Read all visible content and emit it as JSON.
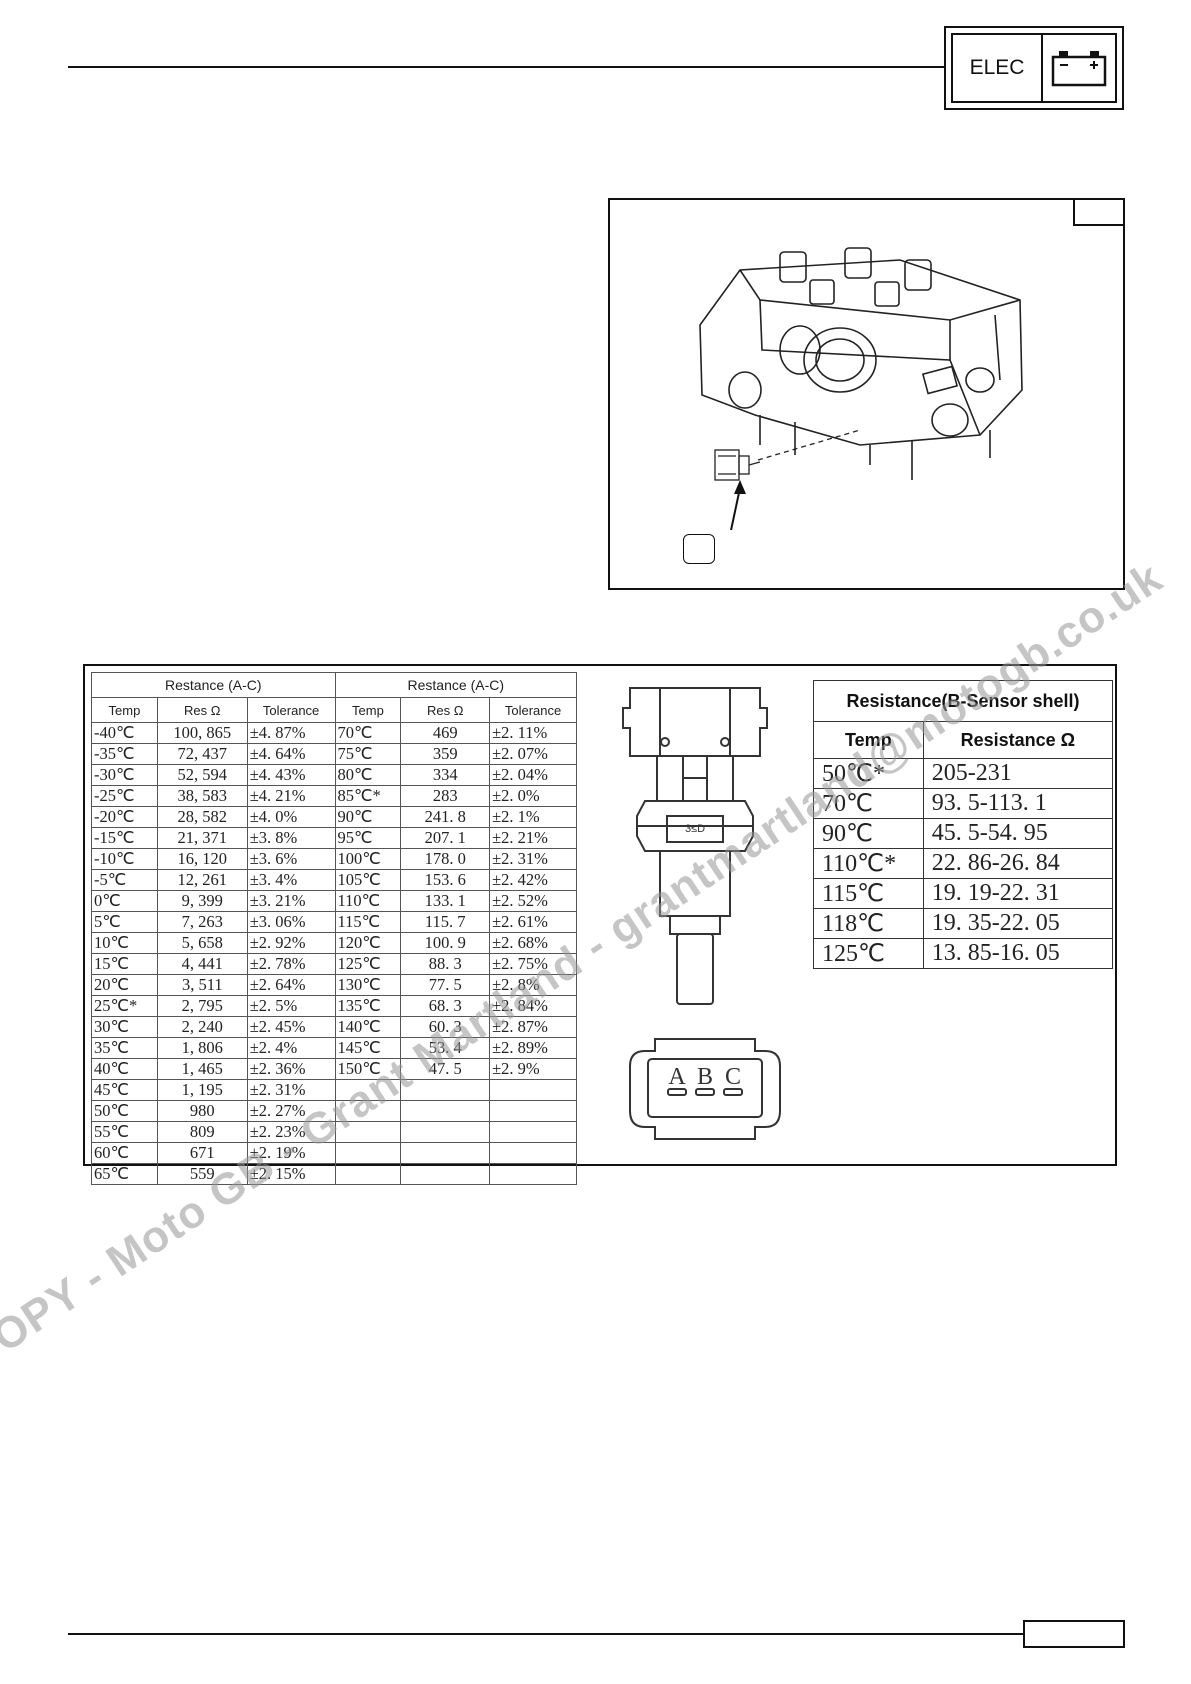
{
  "header": {
    "section_label": "ELEC",
    "icon": "battery-icon"
  },
  "table_ac": {
    "title": "Restance",
    "title_suffix": "(A-C)",
    "headers": [
      "Temp",
      "Res Ω",
      "Tolerance"
    ],
    "left_rows": [
      [
        "-40℃",
        "100, 865",
        "±4. 87%"
      ],
      [
        "-35℃",
        "72, 437",
        "±4. 64%"
      ],
      [
        "-30℃",
        "52, 594",
        "±4. 43%"
      ],
      [
        "-25℃",
        "38, 583",
        "±4. 21%"
      ],
      [
        "-20℃",
        "28, 582",
        "±4. 0%"
      ],
      [
        "-15℃",
        "21, 371",
        "±3. 8%"
      ],
      [
        "-10℃",
        "16, 120",
        "±3. 6%"
      ],
      [
        "-5℃",
        "12, 261",
        "±3. 4%"
      ],
      [
        "0℃",
        "9, 399",
        "±3. 21%"
      ],
      [
        "5℃",
        "7, 263",
        "±3. 06%"
      ],
      [
        "10℃",
        "5, 658",
        "±2. 92%"
      ],
      [
        "15℃",
        "4, 441",
        "±2. 78%"
      ],
      [
        "20℃",
        "3, 511",
        "±2. 64%"
      ],
      [
        "25℃*",
        "2, 795",
        "±2. 5%"
      ],
      [
        "30℃",
        "2, 240",
        "±2. 45%"
      ],
      [
        "35℃",
        "1, 806",
        "±2. 4%"
      ],
      [
        "40℃",
        "1, 465",
        "±2. 36%"
      ],
      [
        "45℃",
        "1, 195",
        "±2. 31%"
      ],
      [
        "50℃",
        "980",
        "±2. 27%"
      ],
      [
        "55℃",
        "809",
        "±2. 23%"
      ],
      [
        "60℃",
        "671",
        "±2. 19%"
      ],
      [
        "65℃",
        "559",
        "±2. 15%"
      ]
    ],
    "right_rows": [
      [
        "70℃",
        "469",
        "±2. 11%"
      ],
      [
        "75℃",
        "359",
        "±2. 07%"
      ],
      [
        "80℃",
        "334",
        "±2. 04%"
      ],
      [
        "85℃*",
        "283",
        "±2. 0%"
      ],
      [
        "90℃",
        "241. 8",
        "±2. 1%"
      ],
      [
        "95℃",
        "207. 1",
        "±2. 21%"
      ],
      [
        "100℃",
        "178. 0",
        "±2. 31%"
      ],
      [
        "105℃",
        "153. 6",
        "±2. 42%"
      ],
      [
        "110℃",
        "133. 1",
        "±2. 52%"
      ],
      [
        "115℃",
        "115. 7",
        "±2. 61%"
      ],
      [
        "120℃",
        "100. 9",
        "±2. 68%"
      ],
      [
        "125℃",
        "88. 3",
        "±2. 75%"
      ],
      [
        "130℃",
        "77. 5",
        "±2. 8%"
      ],
      [
        "135℃",
        "68. 3",
        "±2. 84%"
      ],
      [
        "140℃",
        "60. 3",
        "±2. 87%"
      ],
      [
        "145℃",
        "53. 4",
        "±2. 89%"
      ],
      [
        "150℃",
        "47. 5",
        "±2. 9%"
      ],
      [
        "",
        "",
        ""
      ],
      [
        "",
        "",
        ""
      ],
      [
        "",
        "",
        ""
      ],
      [
        "",
        "",
        ""
      ],
      [
        "",
        "",
        ""
      ]
    ]
  },
  "table_b": {
    "title": "Resistance(B-Sensor shell)",
    "headers": [
      "Temp",
      "Resistance Ω"
    ],
    "rows": [
      [
        "50℃*",
        "205-231"
      ],
      [
        "70℃",
        "93. 5-113. 1"
      ],
      [
        "90℃",
        "45. 5-54. 95"
      ],
      [
        "110℃*",
        "22. 86-26. 84"
      ],
      [
        "115℃",
        "19. 19-22. 31"
      ],
      [
        "118℃",
        "19. 35-22. 05"
      ],
      [
        "125℃",
        "13. 85-16. 05"
      ]
    ]
  },
  "connector_pins": [
    "A",
    "B",
    "C"
  ],
  "watermark": "COPY - Moto GB - Grant Martland - grantmartland@motogb.co.uk"
}
